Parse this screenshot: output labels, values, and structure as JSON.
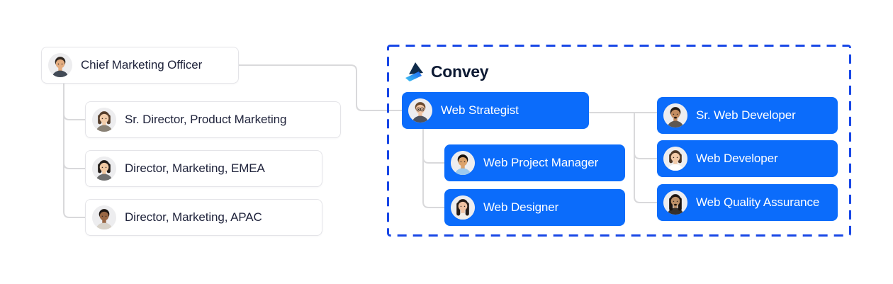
{
  "logo": {
    "name": "Convey"
  },
  "colors": {
    "card_blue": "#0B6CFB",
    "agency_boundary_blue": "#1847E6",
    "connector_gray": "#D9D9DB",
    "light_card_border": "#E4E4E8",
    "text_dark": "#20243C",
    "text_light": "#FFFFFF",
    "logo_navy": "#0D1A33"
  },
  "org": {
    "external": [
      {
        "title": "Chief Marketing Officer",
        "reports_to": null,
        "avatar": {
          "skin": "#E3AC80",
          "hair": "#2E2620",
          "shirt": "#424A56",
          "style": "short",
          "glasses": false,
          "beard": false
        }
      },
      {
        "title": "Sr. Director, Product Marketing",
        "reports_to": "Chief Marketing Officer",
        "avatar": {
          "skin": "#F2CDAB",
          "hair": "#553E2C",
          "shirt": "#8A8276",
          "style": "bob",
          "glasses": false,
          "beard": false
        }
      },
      {
        "title": "Director, Marketing, EMEA",
        "reports_to": "Chief Marketing Officer",
        "avatar": {
          "skin": "#F1C9A3",
          "hair": "#211B17",
          "shirt": "#6F6F6F",
          "style": "bob",
          "glasses": false,
          "beard": false
        }
      },
      {
        "title": "Director, Marketing, APAC",
        "reports_to": "Chief Marketing Officer",
        "avatar": {
          "skin": "#996744",
          "hair": "#191310",
          "shirt": "#D8D2C8",
          "style": "short",
          "glasses": false,
          "beard": false
        }
      }
    ],
    "agency": {
      "label": "Convey",
      "members": [
        {
          "title": "Web Strategist",
          "reports_to": "Chief Marketing Officer",
          "avatar": {
            "skin": "#F0C4A2",
            "hair": "#6A4A2D",
            "shirt": "#4E525C",
            "style": "short",
            "glasses": true,
            "beard": false
          }
        },
        {
          "title": "Web Project Manager",
          "reports_to": "Web Strategist",
          "avatar": {
            "skin": "#DBA26B",
            "hair": "#16110D",
            "shirt": "#9BCAEF",
            "style": "short",
            "glasses": false,
            "beard": false
          }
        },
        {
          "title": "Web Designer",
          "reports_to": "Web Strategist",
          "avatar": {
            "skin": "#EFC2A2",
            "hair": "#251C17",
            "shirt": "#F1EDE7",
            "style": "long",
            "glasses": false,
            "beard": false
          }
        },
        {
          "title": "Sr. Web Developer",
          "reports_to": "Web Strategist",
          "avatar": {
            "skin": "#C28C60",
            "hair": "#231A13",
            "shirt": "#5E5852",
            "style": "short",
            "glasses": false,
            "beard": true
          }
        },
        {
          "title": "Web Developer",
          "reports_to": "Web Strategist",
          "avatar": {
            "skin": "#F2CAA9",
            "hair": "#4E3827",
            "shirt": "#FFFFFF",
            "style": "bob",
            "glasses": false,
            "beard": false
          }
        },
        {
          "title": "Web Quality Assurance",
          "reports_to": "Web Strategist",
          "avatar": {
            "skin": "#BC8F66",
            "hair": "#1D1510",
            "shirt": "#35302C",
            "style": "long",
            "glasses": false,
            "beard": true
          }
        }
      ]
    }
  }
}
